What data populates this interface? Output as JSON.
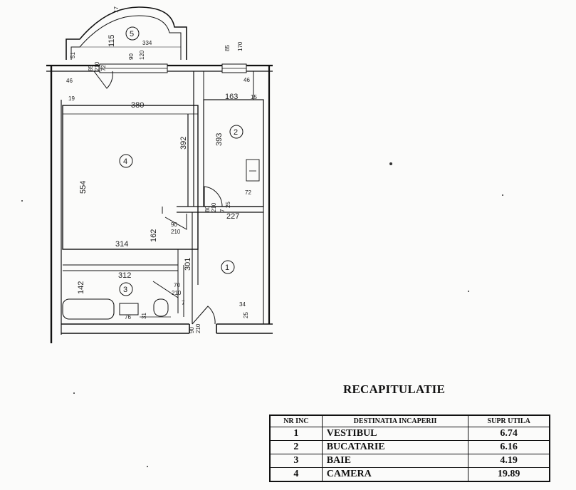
{
  "plan": {
    "rooms": [
      {
        "id": "1"
      },
      {
        "id": "2"
      },
      {
        "id": "3"
      },
      {
        "id": "4"
      },
      {
        "id": "5"
      }
    ],
    "dimensions": {
      "d_17": "17",
      "d_115": "115",
      "d_334": "334",
      "d_51": "51",
      "d_85_top": "85",
      "d_170_top": "170",
      "d_85_door": "85",
      "d_210_door": "210",
      "d_72_door": "72",
      "d_90_win": "90",
      "d_120_win": "120",
      "d_46_left": "46",
      "d_19": "19",
      "d_380": "380",
      "d_46_right": "46",
      "d_163": "163",
      "d_15": "15",
      "d_554": "554",
      "d_392": "392",
      "d_393": "393",
      "d_72": "72",
      "d_80": "80",
      "d_210_k": "210",
      "d_7": "7",
      "d_25_k": "25",
      "d_227": "227",
      "d_162": "162",
      "d_90_b": "90",
      "d_210_b": "210",
      "d_314": "314",
      "d_301": "301",
      "d_312": "312",
      "d_142": "142",
      "d_70": "70",
      "d_210_c": "210",
      "d_7_c": "7",
      "d_76": "76",
      "d_31": "31",
      "d_34": "34",
      "d_25": "25",
      "d_90_e": "90",
      "d_210_e": "210"
    }
  },
  "summary": {
    "title": "RECAPITULATIE",
    "headers": [
      "NR INC",
      "DESTINATIA INCAPERII",
      "SUPR UTILA"
    ],
    "rows": [
      {
        "nr": "1",
        "name": "VESTIBUL",
        "area": "6.74"
      },
      {
        "nr": "2",
        "name": "BUCATARIE",
        "area": "6.16"
      },
      {
        "nr": "3",
        "name": "BAIE",
        "area": "4.19"
      },
      {
        "nr": "4",
        "name": "CAMERA",
        "area": "19.89"
      }
    ]
  }
}
